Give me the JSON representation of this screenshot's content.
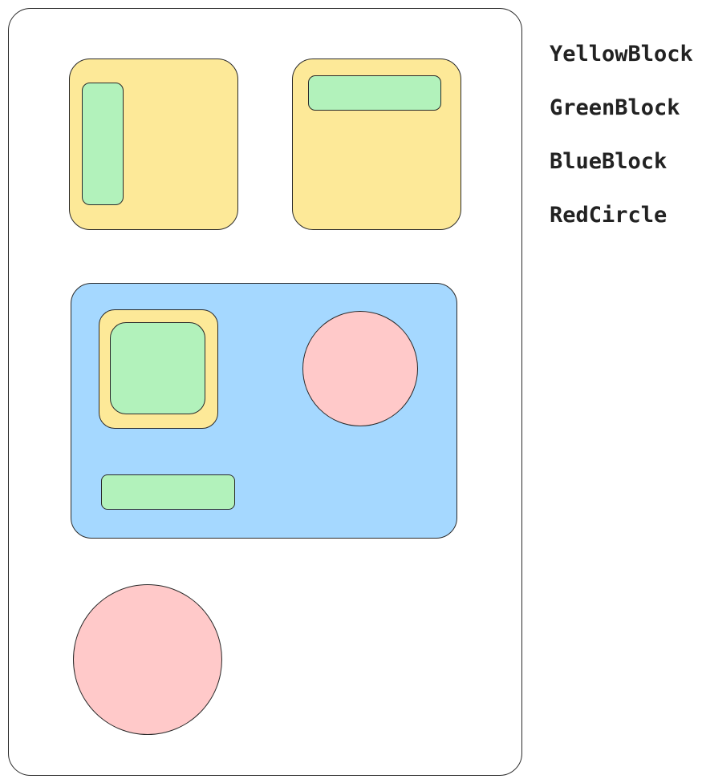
{
  "colors": {
    "yellow": "#fde998",
    "green": "#b2f2bb",
    "blue": "#a5d8ff",
    "red": "#ffc9c9",
    "stroke": "#2a2a2a"
  },
  "legend": {
    "items": [
      "YellowBlock",
      "GreenBlock",
      "BlueBlock",
      "RedCircle"
    ]
  }
}
